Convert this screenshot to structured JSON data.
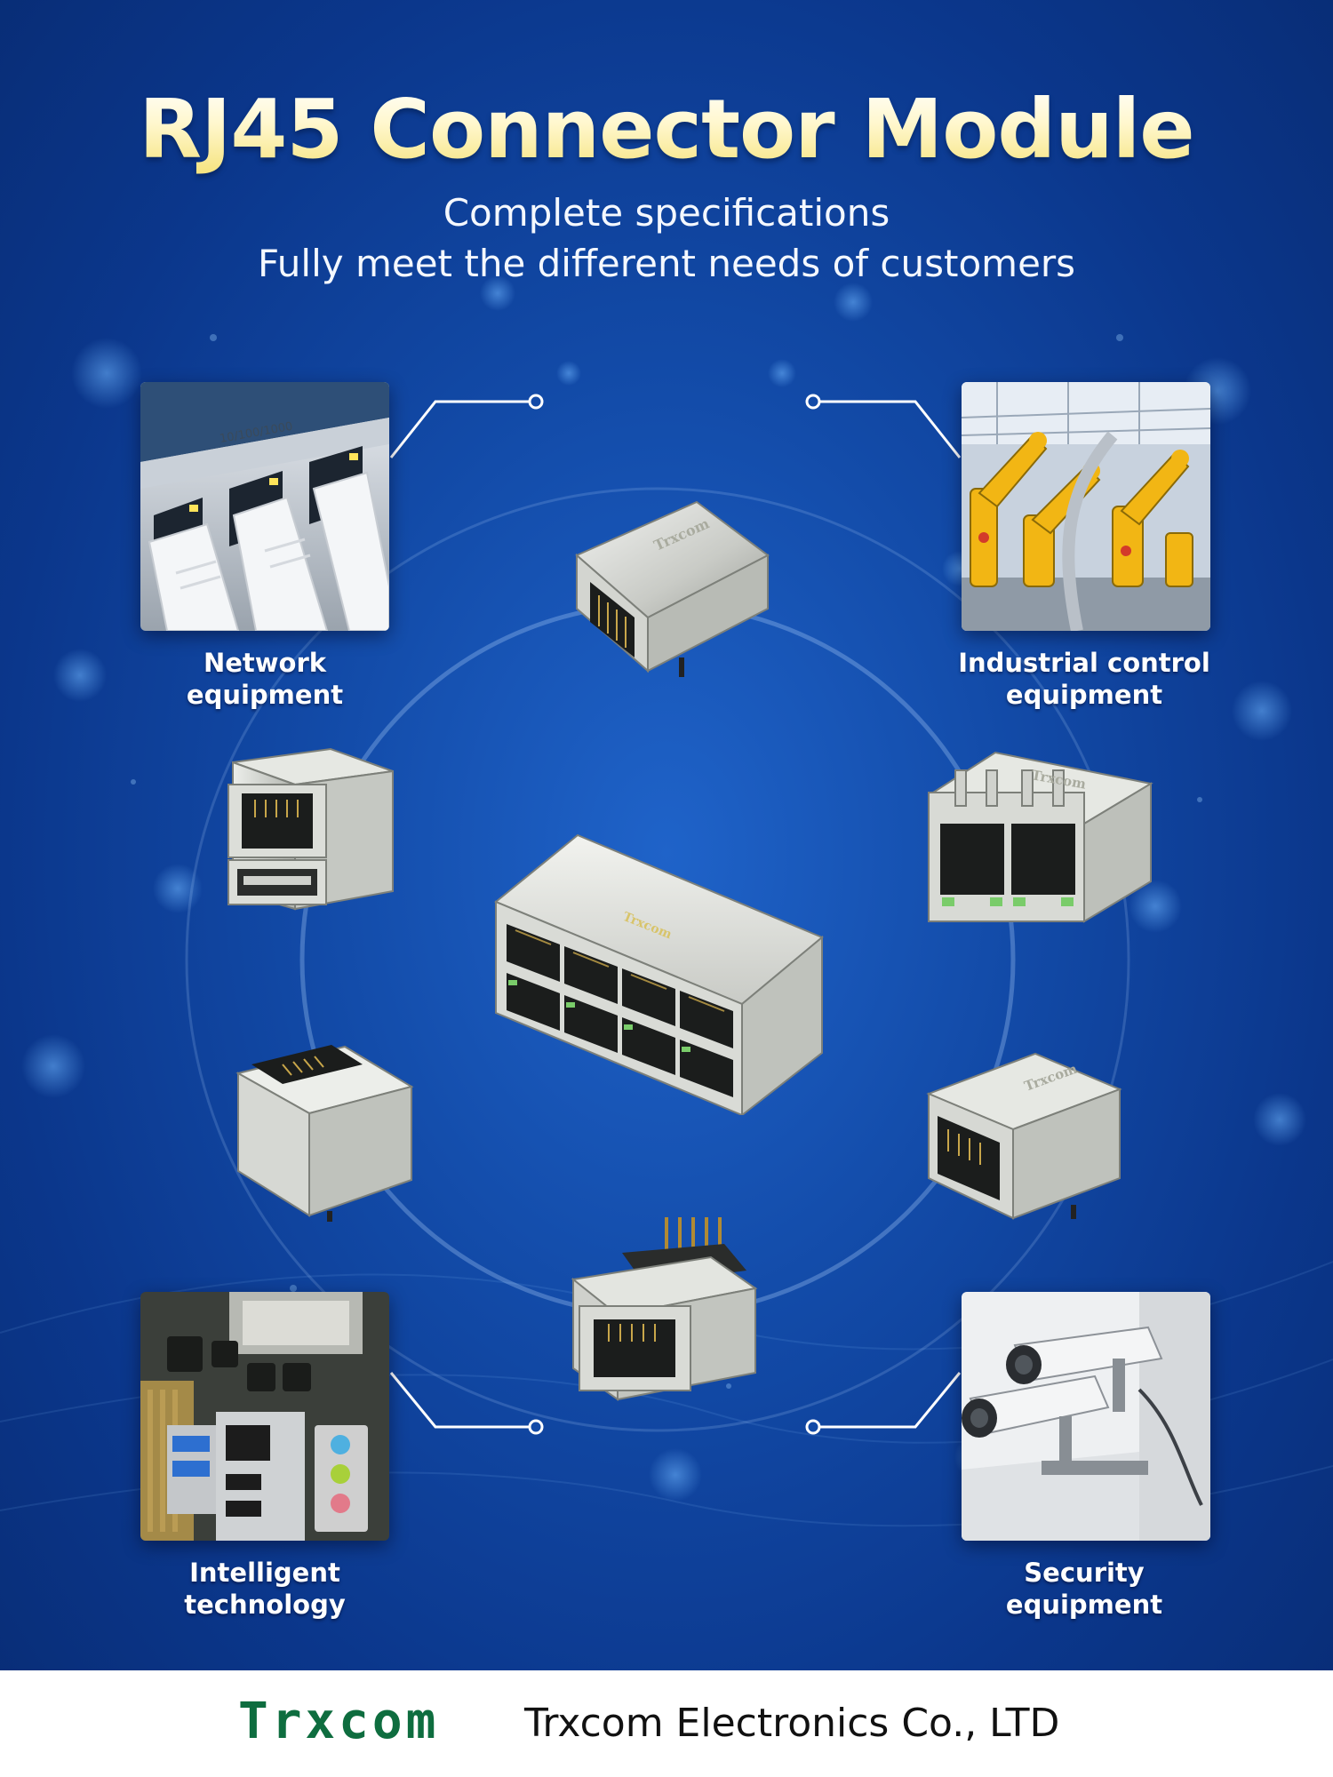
{
  "header": {
    "title": "RJ45 Connector Module",
    "subtitle_line1": "Complete specifications",
    "subtitle_line2": "Fully meet the different needs of customers"
  },
  "applications": [
    {
      "line1": "Network",
      "line2": "equipment"
    },
    {
      "line1": "Industrial control",
      "line2": "equipment"
    },
    {
      "line1": "Intelligent",
      "line2": "technology"
    },
    {
      "line1": "Security",
      "line2": "equipment"
    }
  ],
  "product_markings": {
    "brand": "Trxcom"
  },
  "footer": {
    "brand": "Trxcom",
    "company": "Trxcom Electronics Co., LTD"
  },
  "colors": {
    "background": "#124aa7",
    "title": "#fff7cc",
    "brand_green": "#0e6d3f",
    "footer_bg": "#ffffff"
  }
}
